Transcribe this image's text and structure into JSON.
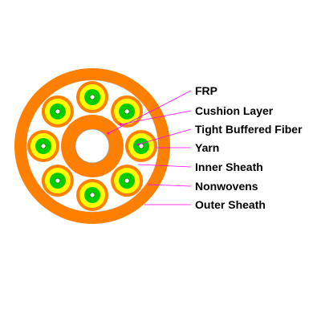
{
  "labels": {
    "frp": "FRP",
    "cushion_layer": "Cushion Layer",
    "tight_buffered_fiber": "Tight Buffered Fiber",
    "yarn": "Yarn",
    "inner_sheath": "Inner Sheath",
    "nonwovens": "Nonwovens",
    "outer_sheath": "Outer Sheath"
  },
  "colors": {
    "outer_sheath": "#ff8000",
    "nonwovens": "#ffffff",
    "fiber_yarn": "#ff8000",
    "fiber_buffer": "#ffff00",
    "fiber_core": "#00cc00",
    "leader_line": "#ff00ff"
  },
  "structure": {
    "tight_buffered_fiber_count": 8
  }
}
